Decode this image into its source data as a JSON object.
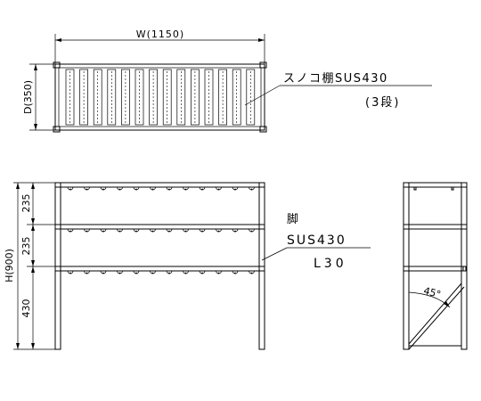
{
  "dimensions": {
    "width": "W(1150)",
    "depth": "D(350)",
    "height": "H(900)",
    "tier_top": "235",
    "tier_middle": "235",
    "tier_bottom": "430"
  },
  "callouts": {
    "slat_shelf_line1": "スノコ棚SUS430",
    "slat_shelf_line2": "(3段)",
    "leg_line1": "脚",
    "leg_line2": "SUS430",
    "leg_line3": "L30"
  },
  "brace_angle": "45°"
}
